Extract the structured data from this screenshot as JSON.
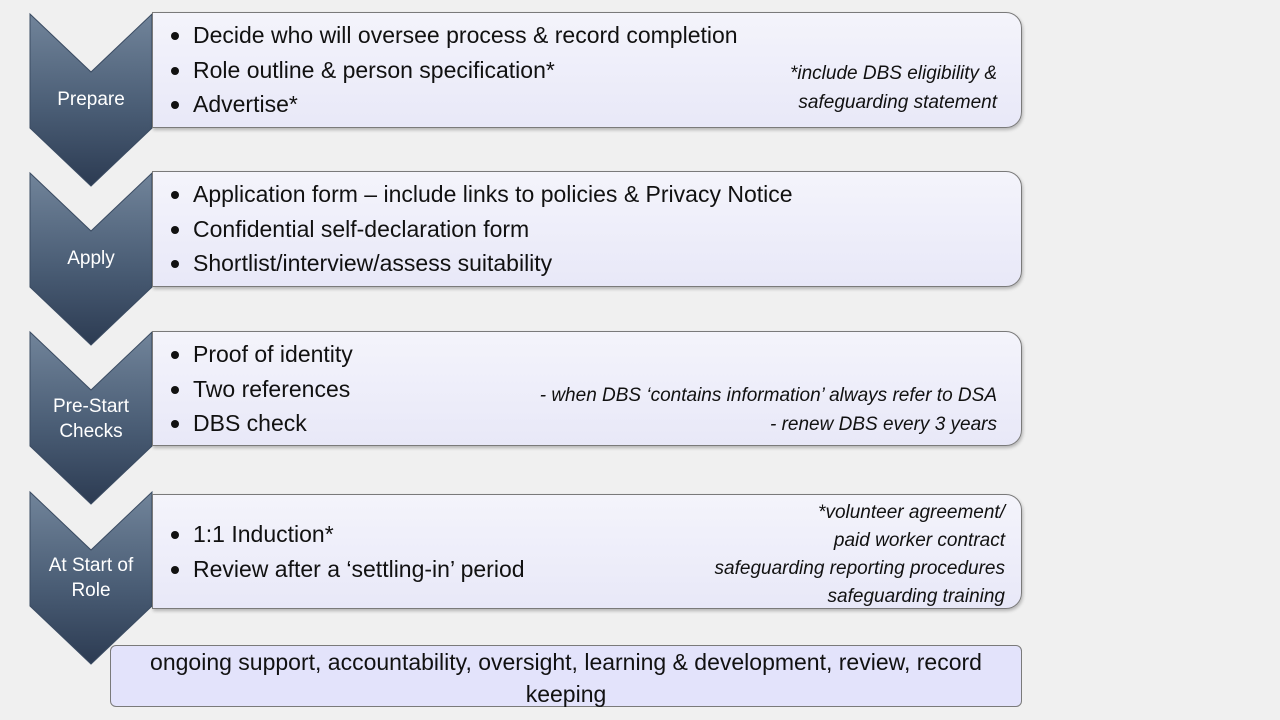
{
  "stages": [
    {
      "label": "Prepare",
      "bullets": [
        "Decide who will oversee process & record completion",
        "Role outline & person specification*",
        "Advertise*"
      ],
      "note": [
        "*include DBS eligibility &",
        "safeguarding statement"
      ]
    },
    {
      "label": "Apply",
      "bullets": [
        "Application form – include links to policies & Privacy Notice",
        "Confidential self-declaration form",
        "Shortlist/interview/assess suitability"
      ],
      "note": []
    },
    {
      "label": "Pre-Start Checks",
      "bullets": [
        "Proof of identity",
        "Two references",
        "DBS check"
      ],
      "note": [
        "- when DBS ‘contains information’ always refer to DSA",
        "- renew DBS every 3 years"
      ]
    },
    {
      "label": "At Start of Role",
      "bullets": [
        "1:1 Induction*",
        "Review after a ‘settling-in’ period"
      ],
      "note": [
        "*volunteer agreement/",
        "paid worker contract",
        "safeguarding reporting procedures",
        "safeguarding training"
      ]
    }
  ],
  "footer": "ongoing support, accountability, oversight, learning & development, review, record keeping",
  "colors": {
    "chevron_top": "#6f8196",
    "chevron_bottom": "#2f3f55",
    "box_fill": "#e8e8f8",
    "footer_fill": "#e3e3fb"
  }
}
